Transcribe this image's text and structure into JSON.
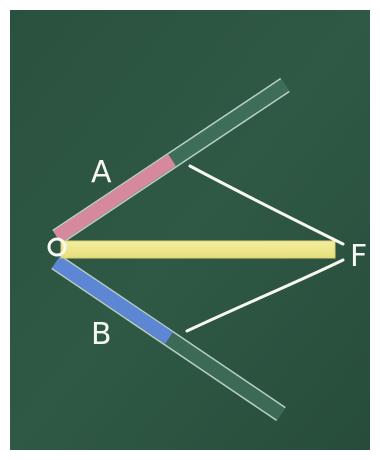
{
  "labels": {
    "a": "A",
    "b": "B",
    "o": "O",
    "f": "F"
  },
  "colors": {
    "board": "#2f5845",
    "board_dark": "#264b39",
    "stick_green": "#3d6b58",
    "stick_green_edge": "#a9c7bc",
    "pink": "#d7899c",
    "blue": "#5d86d4",
    "yellow": "#f0e78c",
    "chalk": "#f8f8f2"
  }
}
